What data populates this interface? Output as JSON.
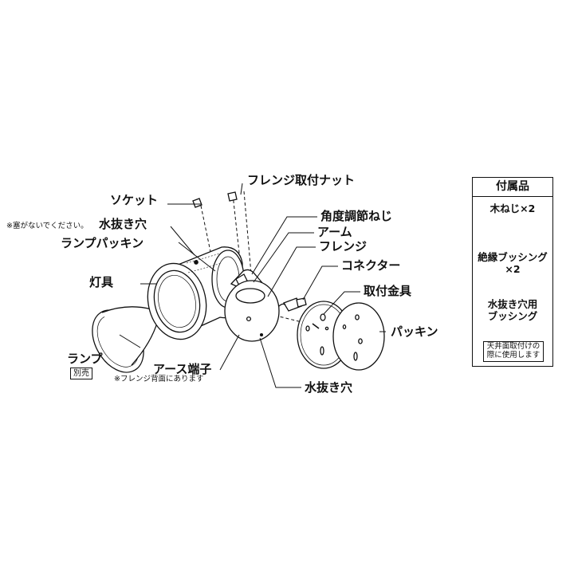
{
  "labels": {
    "flange_nut": "フレンジ取付ナット",
    "socket": "ソケット",
    "drain_hole_top": "水抜き穴",
    "no_plug_note": "※塞がないでください。",
    "lamp_packing": "ランプパッキン",
    "lamp_body": "灯具",
    "lamp": "ランプ",
    "sold_separately": "別売",
    "angle_screw": "角度調節ねじ",
    "arm": "アーム",
    "flange": "フレンジ",
    "connector": "コネクター",
    "mount_bracket": "取付金具",
    "packing": "パッキン",
    "earth_terminal": "アース端子",
    "earth_note": "※フレンジ背面にあります",
    "drain_hole_bottom": "水抜き穴"
  },
  "accessories": {
    "title": "付属品",
    "wood_screw": "木ねじ×2",
    "bushing_line1": "絶縁ブッシング",
    "bushing_line2": "×2",
    "drain_bushing_line1": "水抜き穴用",
    "drain_bushing_line2": "ブッシング",
    "ceiling_note": "天井面取付けの際に使用します"
  }
}
